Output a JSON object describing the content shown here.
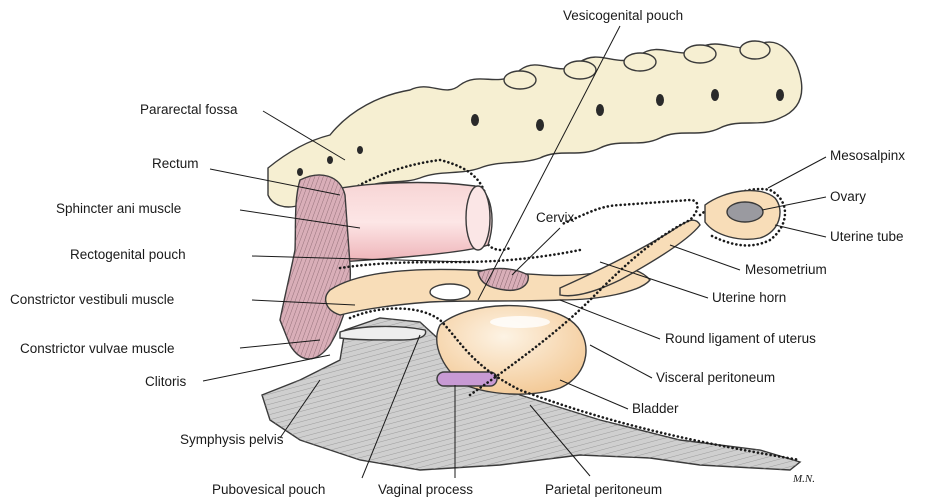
{
  "labels": {
    "vesicogenital_pouch": "Vesicogenital pouch",
    "pararectal_fossa": "Pararectal fossa",
    "rectum": "Rectum",
    "sphincter_ani": "Sphincter ani muscle",
    "rectogenital_pouch": "Rectogenital pouch",
    "constrictor_vestibuli": "Constrictor vestibuli muscle",
    "constrictor_vulvae": "Constrictor vulvae muscle",
    "clitoris": "Clitoris",
    "symphysis_pelvis": "Symphysis pelvis",
    "pubovesical_pouch": "Pubovesical pouch",
    "vaginal_process": "Vaginal process",
    "parietal_peritoneum": "Parietal peritoneum",
    "cervix": "Cervix",
    "mesosalpinx": "Mesosalpinx",
    "ovary": "Ovary",
    "uterine_tube": "Uterine tube",
    "mesometrium": "Mesometrium",
    "uterine_horn": "Uterine horn",
    "round_ligament": "Round ligament of uterus",
    "visceral_peritoneum": "Visceral peritoneum",
    "bladder": "Bladder"
  },
  "signature": "M.N.",
  "colors": {
    "bone": "#f6efd2",
    "muscle": "#d9aeb8",
    "rectum": "#f2c2c6",
    "organ": "#f8ddb8",
    "floor": "#c9c9c9",
    "vaginal_process": "#c89ad4"
  }
}
